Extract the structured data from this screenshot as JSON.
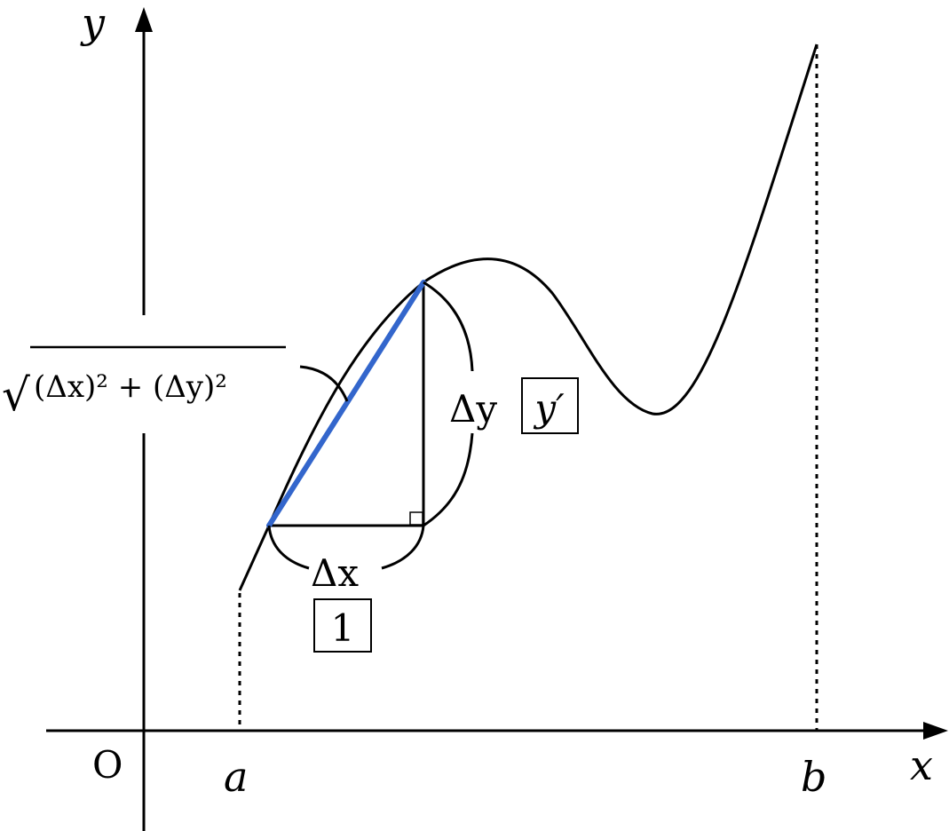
{
  "axes": {
    "x_label": "x",
    "y_label": "y",
    "origin_label": "O"
  },
  "interval": {
    "start_label": "a",
    "end_label": "b"
  },
  "triangle": {
    "hypotenuse_label": "√((Δx)² + (Δy)²)",
    "hyp_sqrt": "√",
    "hyp_inner": "(Δx)² + (Δy)²",
    "delta_x_label": "Δx",
    "delta_y_label": "Δy",
    "delta_x_scaled_box": "1",
    "delta_y_scaled_box": "y′"
  },
  "colors": {
    "curve": "#000000",
    "hypotenuse": "#3366cc"
  }
}
